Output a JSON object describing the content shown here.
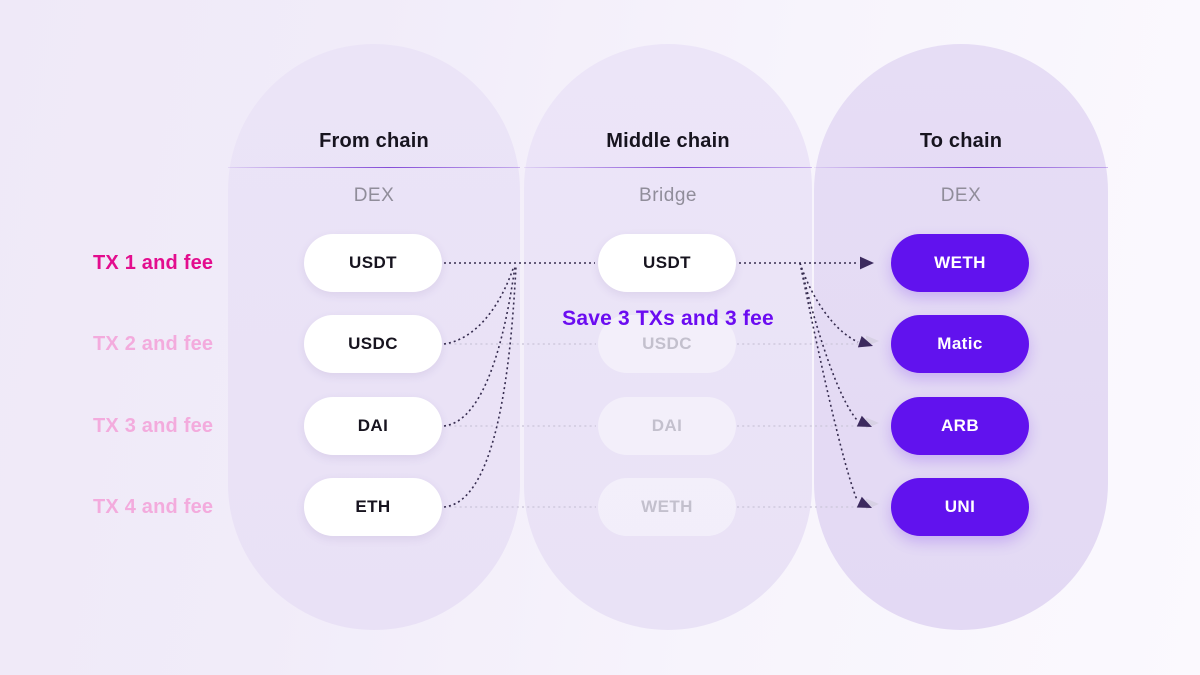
{
  "columns": {
    "from": {
      "header": "From chain",
      "sublabel": "DEX"
    },
    "middle": {
      "header": "Middle chain",
      "sublabel": "Bridge"
    },
    "to": {
      "header": "To chain",
      "sublabel": "DEX"
    }
  },
  "tx_labels": {
    "row1": "TX 1 and fee",
    "row2": "TX 2 and fee",
    "row3": "TX 3 and fee",
    "row4": "TX 4 and fee"
  },
  "pills": {
    "from": [
      "USDT",
      "USDC",
      "DAI",
      "ETH"
    ],
    "middle": [
      "USDT",
      "USDC",
      "DAI",
      "WETH"
    ],
    "to": [
      "WETH",
      "Matic",
      "ARB",
      "UNI"
    ]
  },
  "annotation": {
    "save_text": "Save 3 TXs and 3 fee"
  },
  "colors": {
    "accent_purple": "#6112ee",
    "save_text_purple": "#6b0cf1",
    "active_tx_magenta": "#e30d8e",
    "muted_tx_pink": "#f3abdd",
    "arrow_dark": "#362c4f",
    "arrow_faint": "#cfc9dd",
    "header_text": "#17141f",
    "sublabel_gray": "#908d9a",
    "capsule_lavender": "#eae3f7",
    "capsule_to_lavender": "#e5dcf5"
  }
}
